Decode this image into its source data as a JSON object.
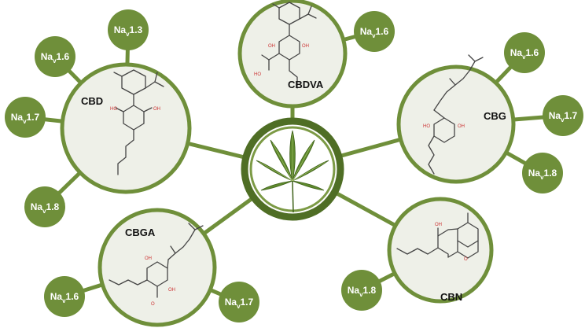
{
  "center": {
    "icon": "cannabis-leaf-icon"
  },
  "compounds": [
    {
      "id": "cbd",
      "name": "CBD",
      "channels": [
        "Na",
        "Na",
        "Na",
        "Na"
      ],
      "subtypes": [
        "1.3",
        "1.6",
        "1.7",
        "1.8"
      ]
    },
    {
      "id": "cbdva",
      "name": "CBDVA",
      "channels": [
        "Na"
      ],
      "subtypes": [
        "1.6"
      ]
    },
    {
      "id": "cbg",
      "name": "CBG",
      "channels": [
        "Na",
        "Na",
        "Na"
      ],
      "subtypes": [
        "1.6",
        "1.7",
        "1.8"
      ]
    },
    {
      "id": "cbga",
      "name": "CBGA",
      "channels": [
        "Na",
        "Na"
      ],
      "subtypes": [
        "1.6",
        "1.7"
      ]
    },
    {
      "id": "cbn",
      "name": "CBN",
      "channels": [
        "Na"
      ],
      "subtypes": [
        "1.8"
      ]
    }
  ],
  "subscript": "v",
  "colors": {
    "green": "#6f8f3a",
    "dark_green": "#4f6e25",
    "circle_fill": "#eef0e8"
  }
}
